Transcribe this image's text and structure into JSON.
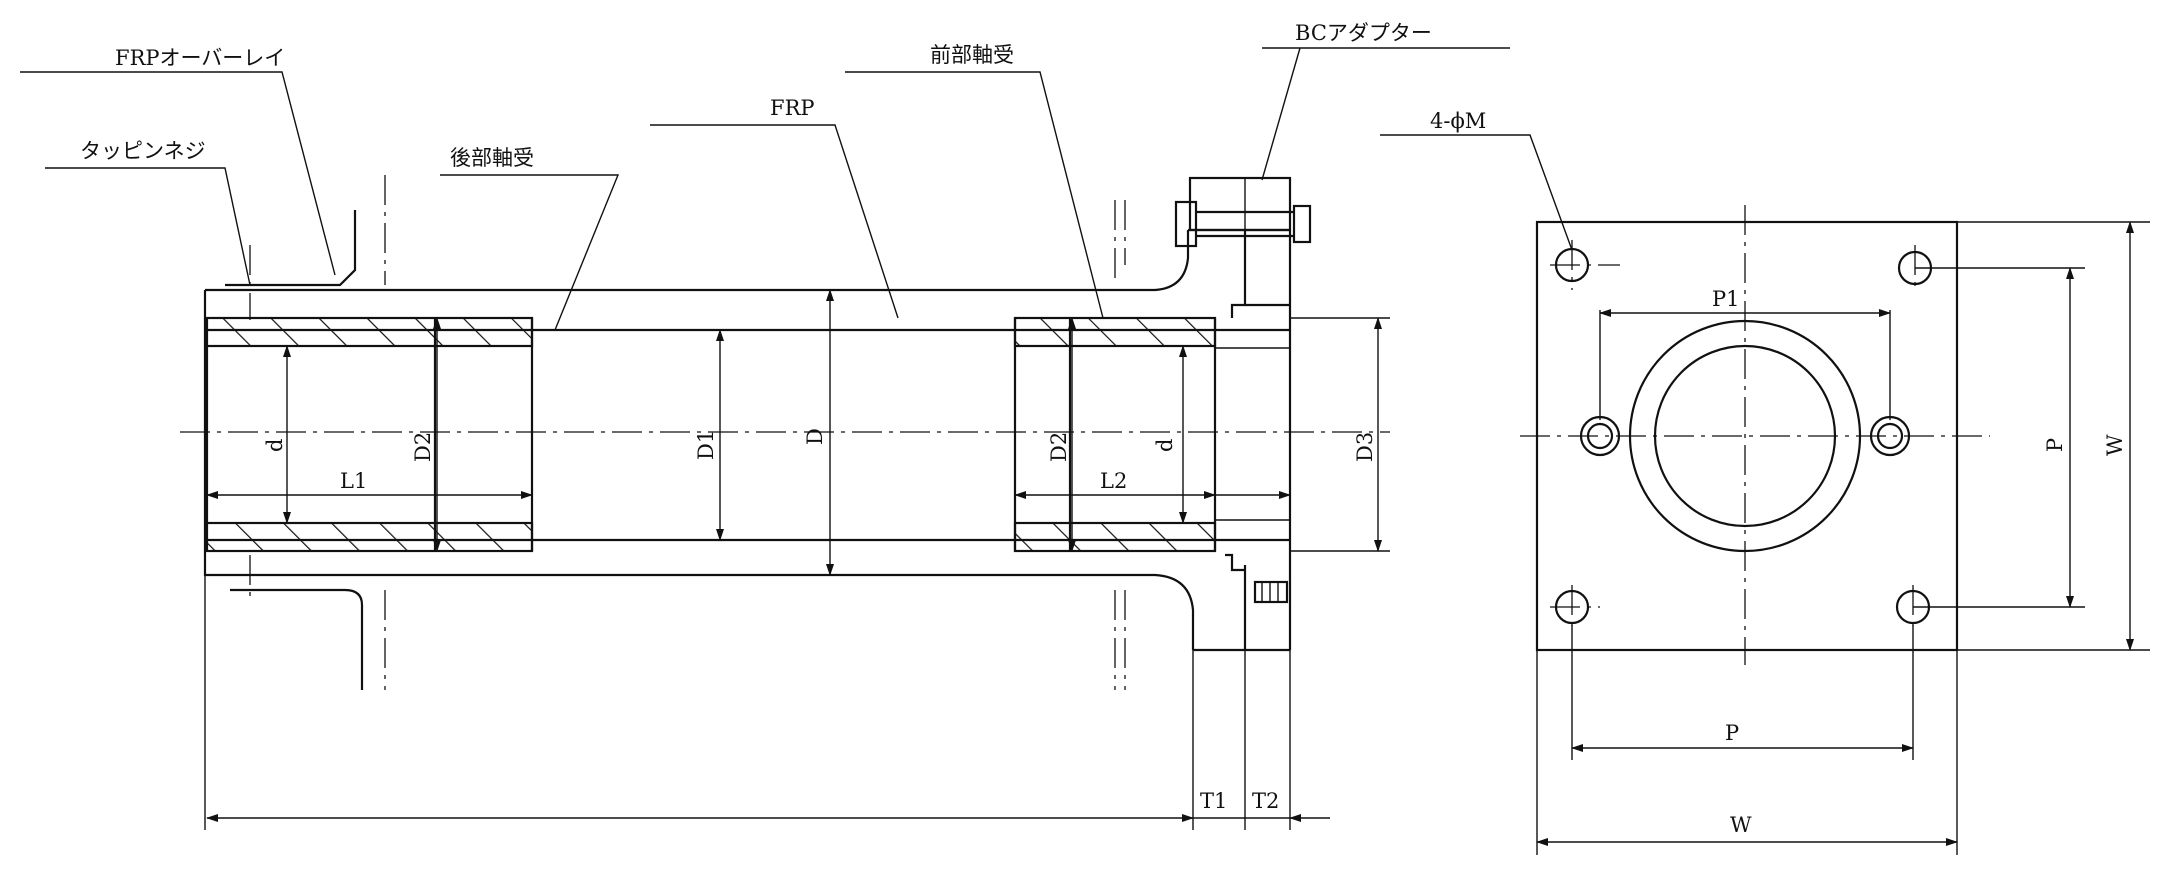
{
  "callouts": {
    "frp_overlay": "FRPオーバーレイ",
    "tapping_screw": "タッピンネジ",
    "rear_bearing": "後部軸受",
    "frp": "FRP",
    "front_bearing": "前部軸受",
    "bc_adapter": "BCアダプター",
    "holes": "4-ϕM"
  },
  "dimensions": {
    "d_left": "d",
    "D2_left": "D2",
    "L1": "L1",
    "D1": "D1",
    "D": "D",
    "D2_right": "D2",
    "d_right": "d",
    "L2": "L2",
    "D3": "D3",
    "T1": "T1",
    "T2": "T2",
    "P1": "P1",
    "P_vertical": "P",
    "W_vertical": "W",
    "P_horizontal": "P",
    "W_horizontal": "W"
  }
}
